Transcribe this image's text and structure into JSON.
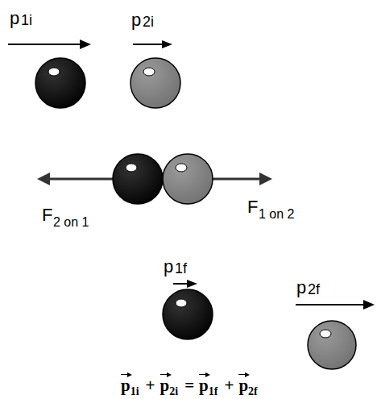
{
  "diagram": {
    "labels": [
      "p",
      "1i",
      "p",
      "2i",
      "F",
      "2 on 1",
      "F",
      "1 on 2",
      "p",
      "1f",
      "p",
      "2f",
      "p",
      "1i",
      "+",
      "p",
      "2i",
      "=",
      "p",
      "1f",
      "+",
      "p",
      "2f"
    ]
  }
}
